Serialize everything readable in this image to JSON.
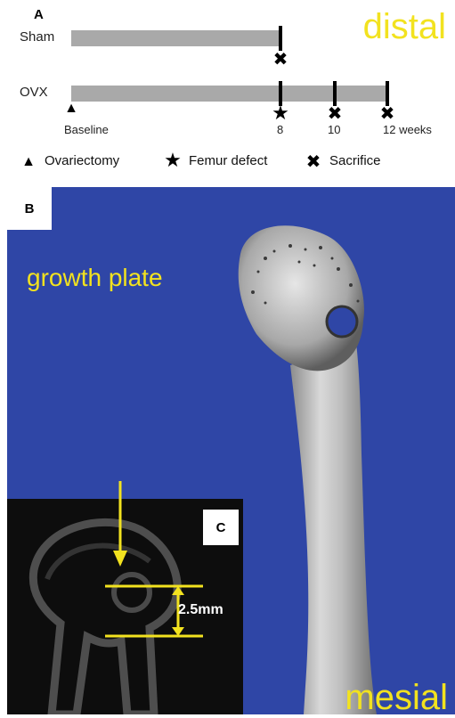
{
  "panel_a": {
    "label": "A",
    "rows": [
      {
        "name": "Sham"
      },
      {
        "name": "OVX"
      }
    ],
    "timepoints": {
      "baseline": "Baseline",
      "week8": "8",
      "week10": "10",
      "week12": "12 weeks"
    },
    "legend": {
      "ovariectomy": "Ovariectomy",
      "femur_defect": "Femur defect",
      "sacrifice": "Sacrifice"
    },
    "marker_glyphs": {
      "triangle": "▲",
      "star": "★",
      "cross": "✖"
    },
    "bar_color": "#a9a9a9"
  },
  "panel_b": {
    "label": "B",
    "top_label": "distal",
    "bottom_label": "mesial",
    "background_color": "#2f46a6",
    "text_color": "#f2e21f"
  },
  "panel_c": {
    "label": "C",
    "annotation": "growth plate",
    "measurement": "2.5mm"
  }
}
